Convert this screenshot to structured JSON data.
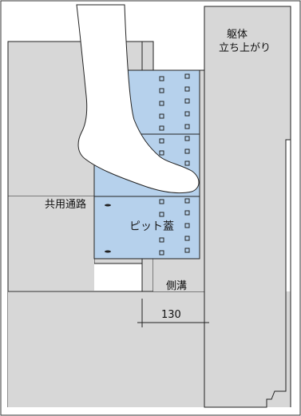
{
  "labels": {
    "building_body_line1": "躯体",
    "building_body_line2": "立ち上がり",
    "shared_passage": "共用通路",
    "pit_lid": "ピット蓋",
    "side_gutter": "側溝",
    "dimension": "130"
  },
  "colors": {
    "background": "#ffffff",
    "concrete": "#d7d7d7",
    "pit_lid": "#b6d1ec",
    "line": "#222222",
    "foot": "#ffffff"
  }
}
